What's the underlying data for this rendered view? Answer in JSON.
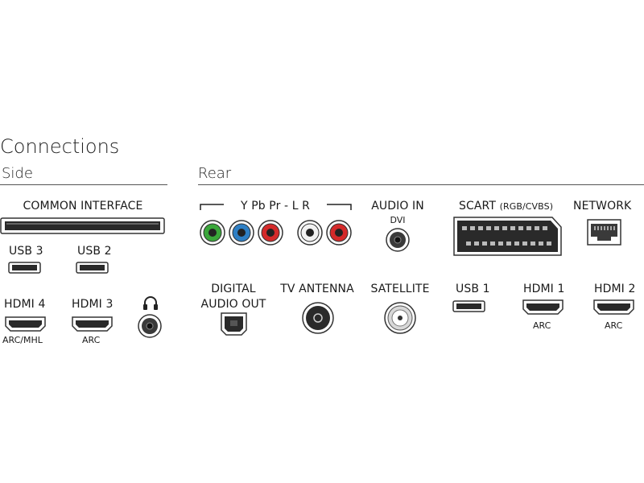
{
  "title": "Connections",
  "side": {
    "heading": "Side",
    "common_interface": "COMMON INTERFACE",
    "usb3": "USB 3",
    "usb2": "USB 2",
    "hdmi4": "HDMI 4",
    "hdmi4_sub": "ARC/MHL",
    "hdmi3": "HDMI 3",
    "hdmi3_sub": "ARC"
  },
  "rear": {
    "heading": "Rear",
    "component": "Y Pb Pr - L R",
    "audio_in": "AUDIO IN",
    "audio_in_sub": "DVI",
    "scart": "SCART",
    "scart_sub": "(RGB/CVBS)",
    "network": "NETWORK",
    "digital_audio_out_1": "DIGITAL",
    "digital_audio_out_2": "AUDIO OUT",
    "tv_antenna": "TV ANTENNA",
    "satellite": "SATELLITE",
    "usb1": "USB 1",
    "hdmi1": "HDMI 1",
    "hdmi1_sub": "ARC",
    "hdmi2": "HDMI 2",
    "hdmi2_sub": "ARC"
  },
  "colors": {
    "green": "#3aa63a",
    "blue": "#2e7fc4",
    "red": "#d42a2a",
    "white": "#f2f2f2",
    "port": "#2a2a2a"
  }
}
